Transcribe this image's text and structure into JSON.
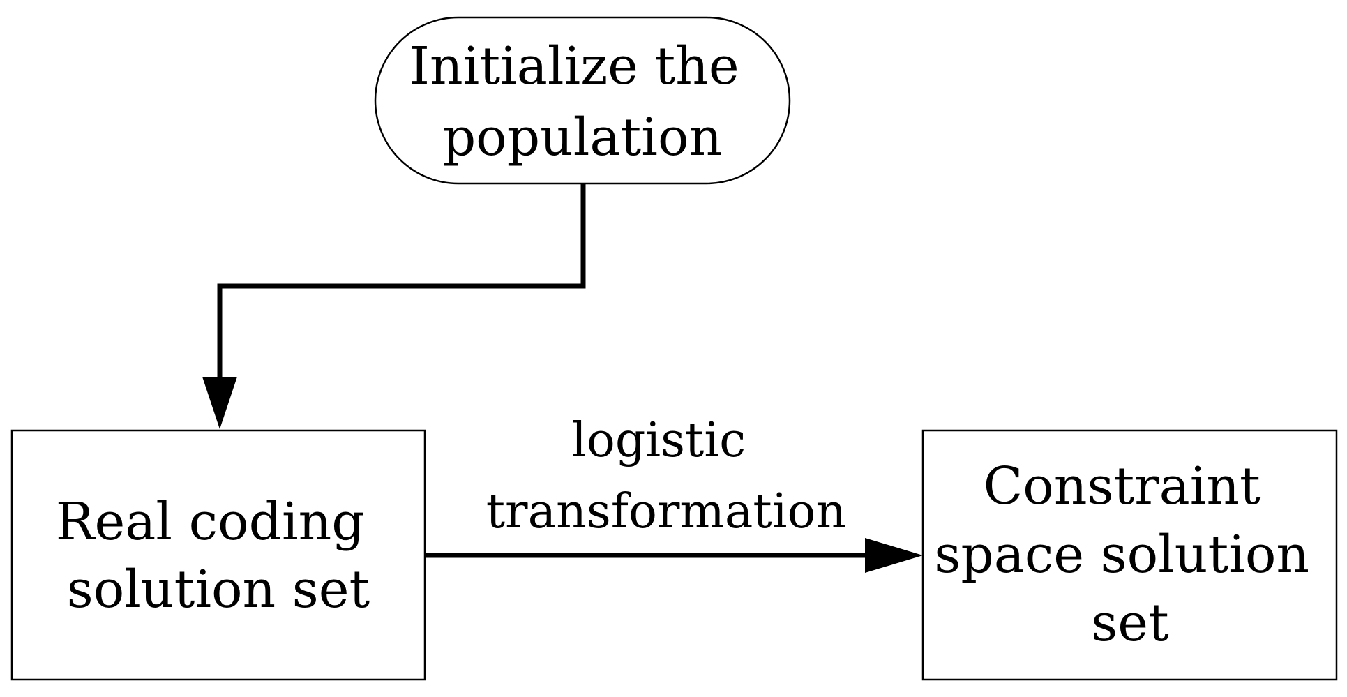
{
  "diagram": {
    "nodes": {
      "start": {
        "shape": "terminator",
        "lines": [
          "Initialize the",
          "population"
        ]
      },
      "real_coding": {
        "shape": "rectangle",
        "lines": [
          "Real coding",
          "solution set"
        ]
      },
      "constraint": {
        "shape": "rectangle",
        "lines": [
          "Constraint",
          "space solution",
          "set"
        ]
      }
    },
    "edges": {
      "init_to_real": {
        "from": "start",
        "to": "real_coding",
        "label": ""
      },
      "real_to_constraint": {
        "from": "real_coding",
        "to": "constraint",
        "label_lines": [
          "logistic",
          "transformation"
        ]
      }
    },
    "colors": {
      "stroke": "#000000",
      "background": "#ffffff"
    }
  }
}
